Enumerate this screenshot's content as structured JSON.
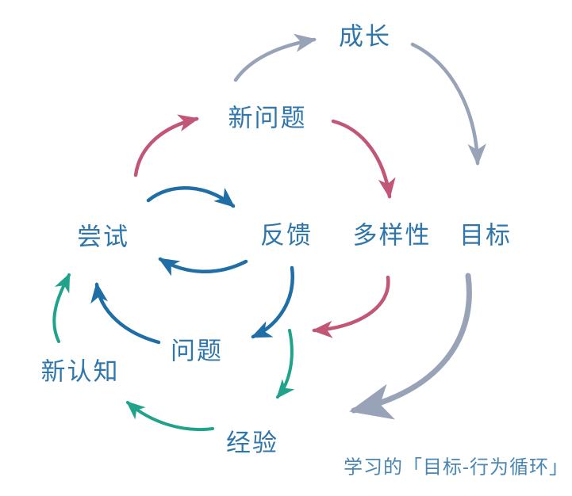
{
  "diagram": {
    "caption": "学习的「目标-行为循环」",
    "nodes": {
      "growth": {
        "label": "成长"
      },
      "new_problem": {
        "label": "新问题"
      },
      "try": {
        "label": "尝试"
      },
      "feedback": {
        "label": "反馈"
      },
      "diversity": {
        "label": "多样性"
      },
      "goal": {
        "label": "目标"
      },
      "problem": {
        "label": "问题"
      },
      "new_cognition": {
        "label": "新认知"
      },
      "experience": {
        "label": "经验"
      }
    },
    "edges": [
      {
        "from": "尝试",
        "to": "新问题",
        "color": "pink"
      },
      {
        "from": "新问题",
        "to": "多样性",
        "color": "pink"
      },
      {
        "from": "多样性",
        "to": "问题",
        "color": "pink"
      },
      {
        "from": "新问题",
        "to": "成长",
        "color": "gray"
      },
      {
        "from": "成长",
        "to": "目标",
        "color": "gray"
      },
      {
        "from": "目标",
        "to": "经验",
        "color": "gray",
        "emphasis": "thick"
      },
      {
        "from": "尝试",
        "to": "反馈",
        "color": "blue"
      },
      {
        "from": "反馈",
        "to": "尝试",
        "color": "blue"
      },
      {
        "from": "反馈",
        "to": "问题",
        "color": "blue"
      },
      {
        "from": "问题",
        "to": "尝试",
        "color": "blue"
      },
      {
        "from": "问题",
        "to": "经验",
        "color": "teal"
      },
      {
        "from": "经验",
        "to": "新认知",
        "color": "teal"
      },
      {
        "from": "新认知",
        "to": "尝试",
        "color": "teal"
      }
    ]
  },
  "colors": {
    "background": "#ffffff",
    "label": "#2e76ab",
    "caption": "#4a86b4",
    "pink": "#c25677",
    "gray": "#98a3b7",
    "blue": "#1f6ea6",
    "teal": "#20a38a"
  }
}
